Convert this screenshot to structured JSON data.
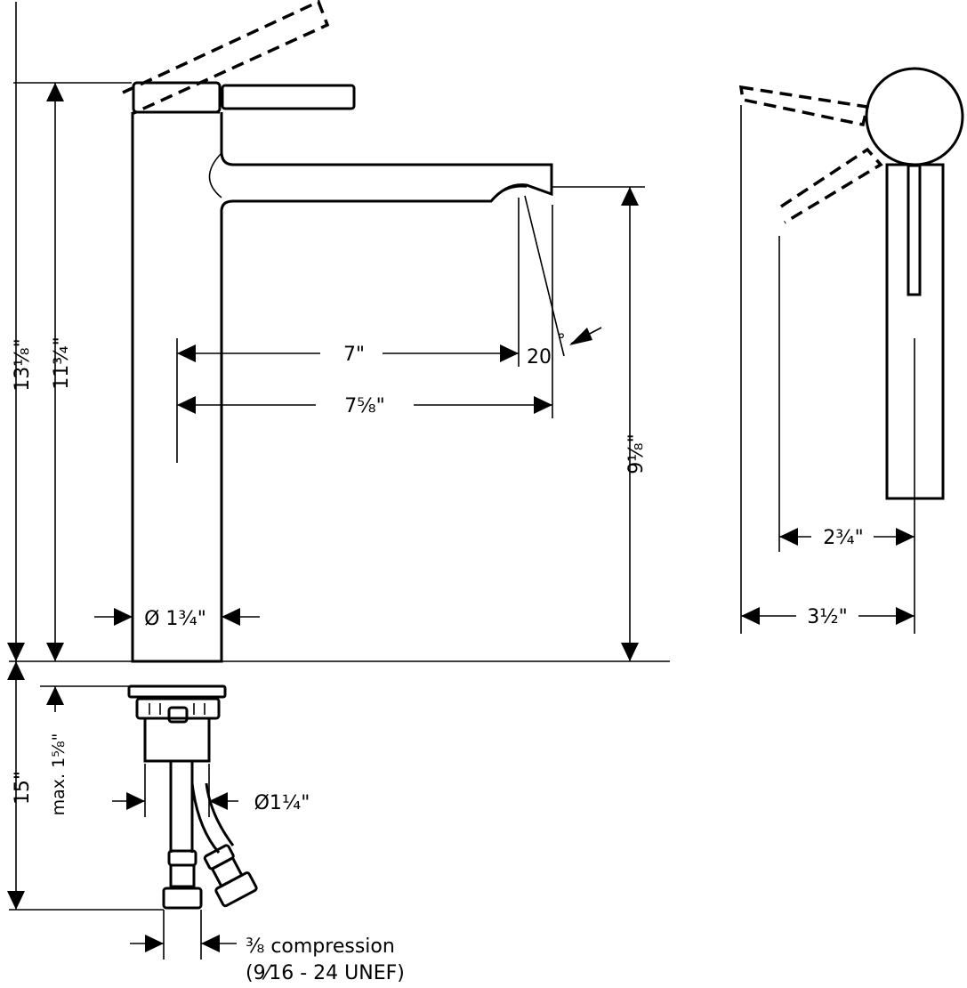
{
  "dimensions": {
    "overall_height": "13⅛\"",
    "body_height": "11¾\"",
    "spout_height": "9⅛\"",
    "reach_7": "7\"",
    "reach_7_5_8": "7⅝\"",
    "spout_angle": "20",
    "angle_degree_mark": "°",
    "body_diameter": "Ø 1¾\"",
    "handle_offset": "2¾\"",
    "depth": "3½\"",
    "below_deck_total": "15\"",
    "max_deck_thickness": "max. 1⅝\"",
    "shank_diameter": "Ø1¼\"",
    "supply_connection_line1": "⅜ compression",
    "supply_connection_line2": "(9⁄16 - 24 UNEF)"
  }
}
